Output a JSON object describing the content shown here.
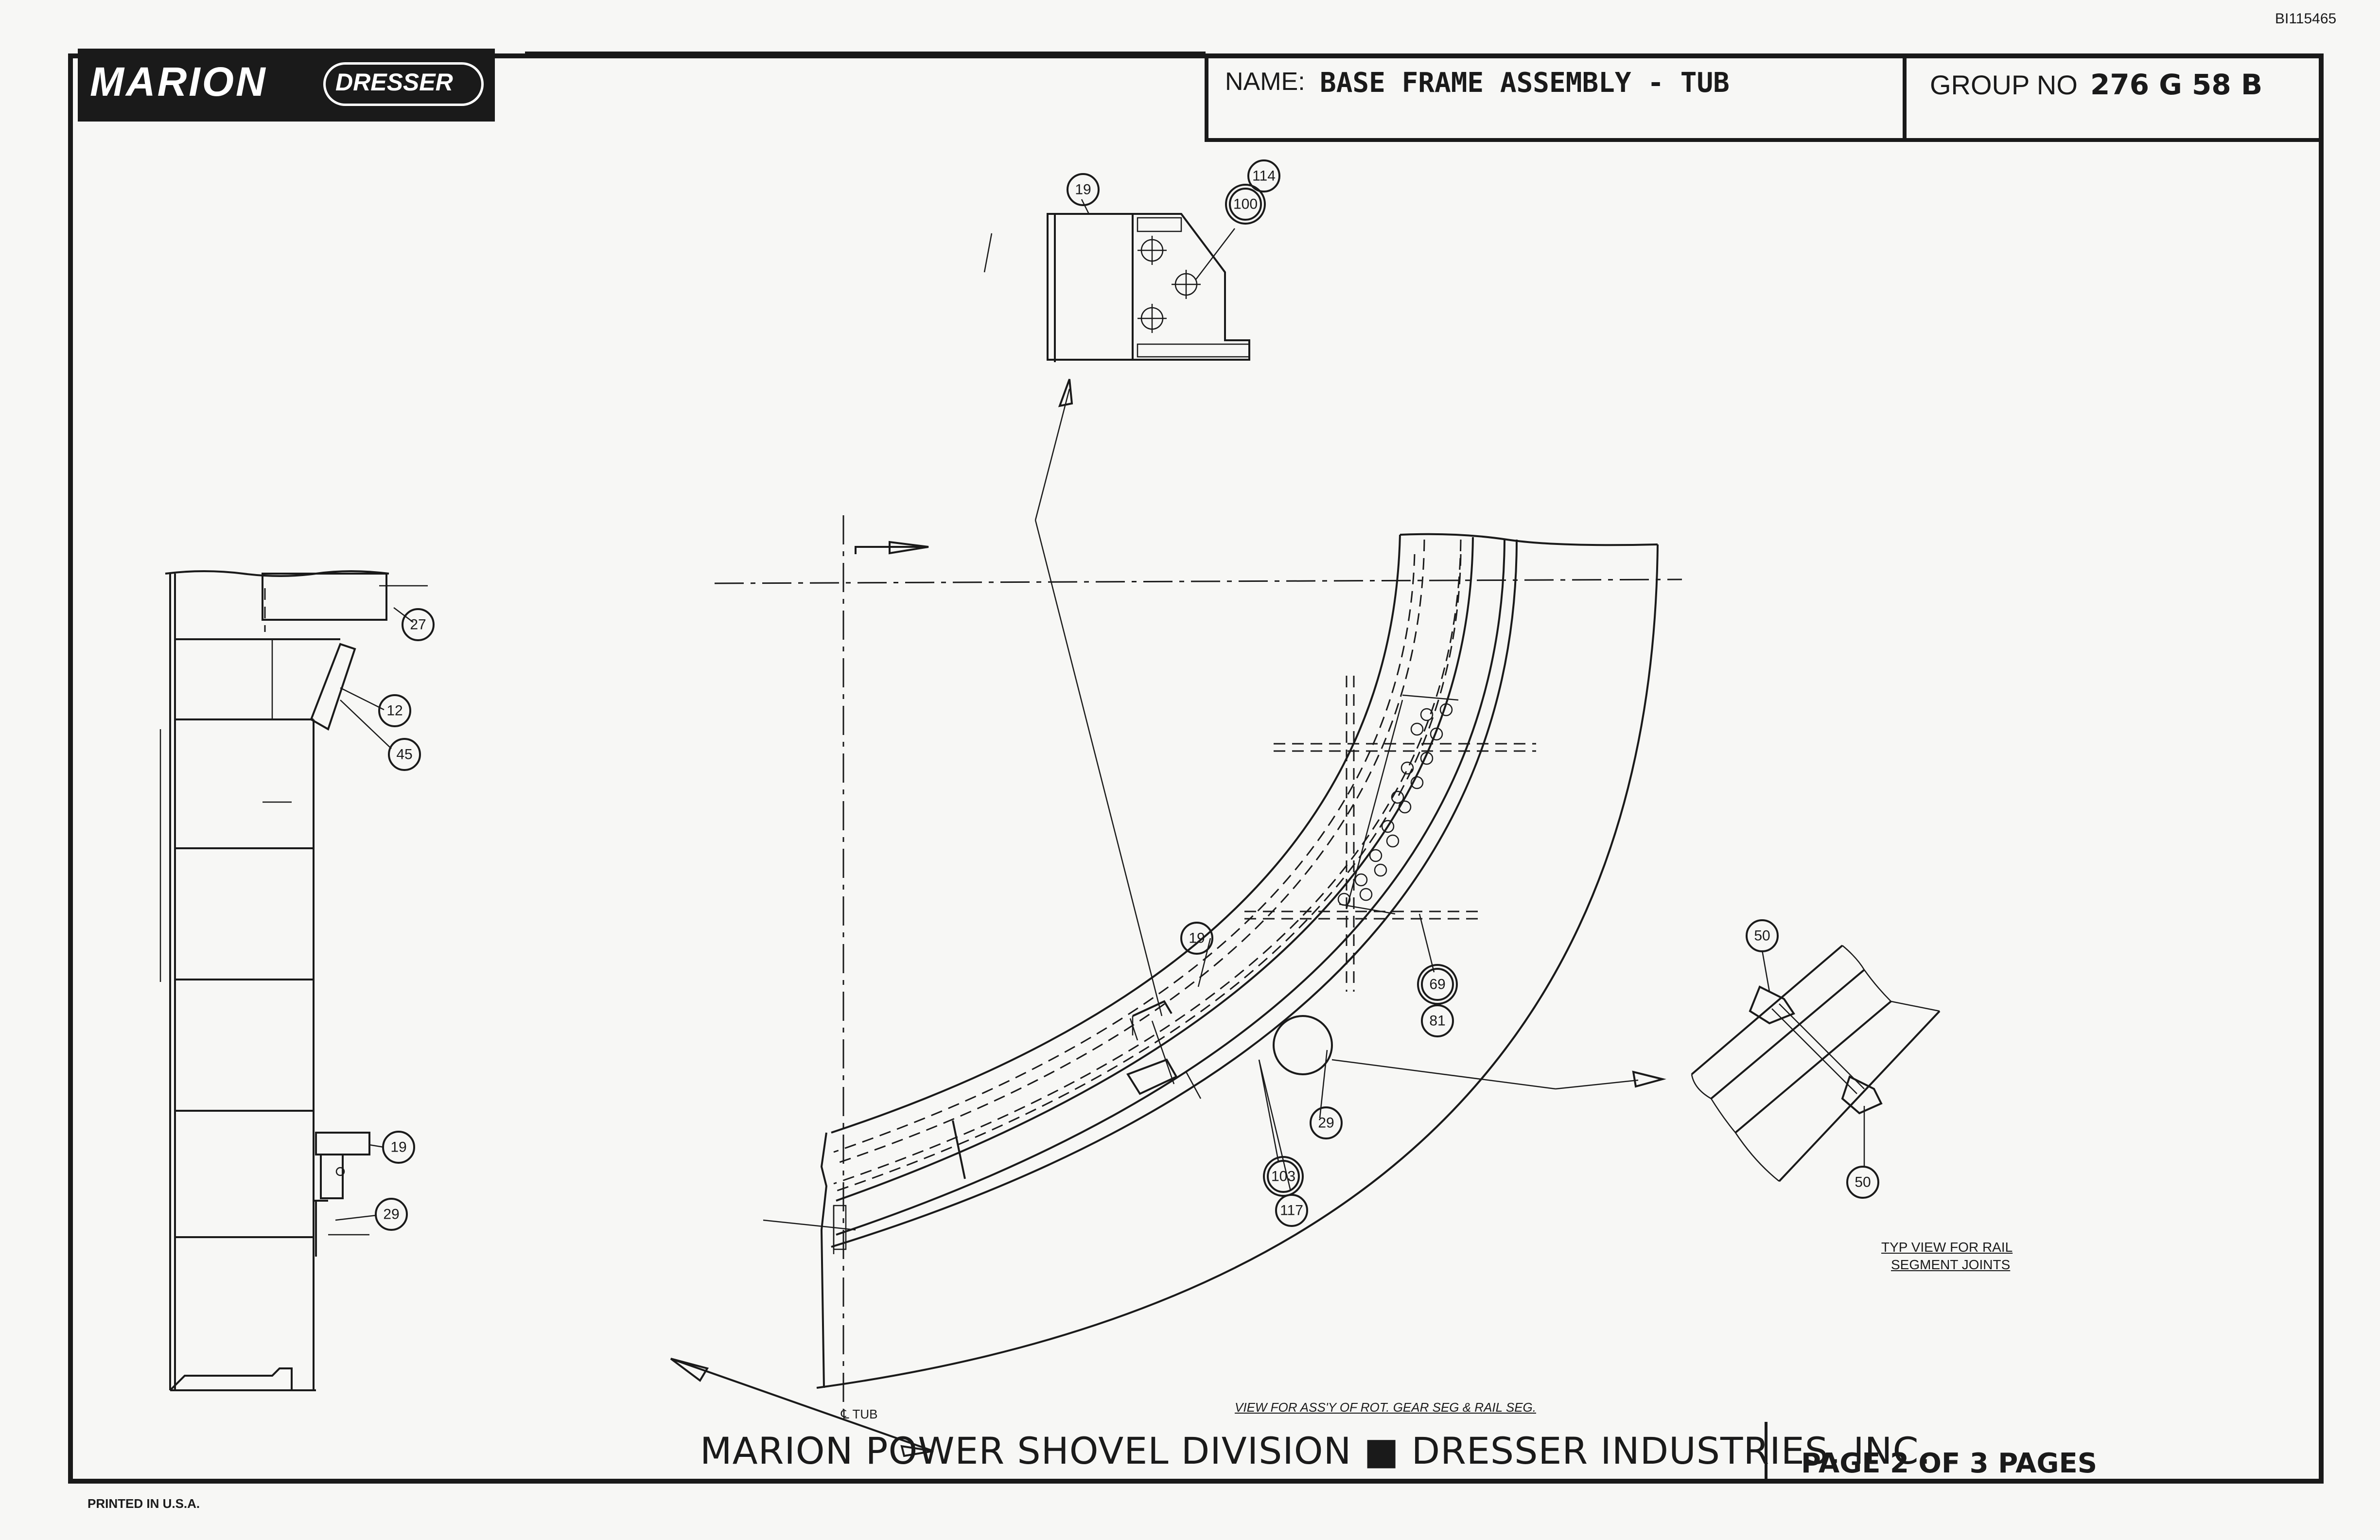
{
  "doc_id": "BI115465",
  "logo": {
    "marion": "MARION",
    "dresser": "DRESSER"
  },
  "title_block": {
    "name_label": "NAME:",
    "name_value": "BASE FRAME ASSEMBLY - TUB",
    "group_label": "GROUP NO",
    "group_value": "276 G 58 B"
  },
  "footer": {
    "company": "MARION POWER SHOVEL DIVISION ■ DRESSER INDUSTRIES, INC.",
    "page": "PAGE  2  OF  3  PAGES",
    "printed": "PRINTED IN U.S.A."
  },
  "labels": {
    "view_note": "VIEW FOR ASS'Y OF ROT. GEAR SEG & RAIL SEG.",
    "tub": "℄ TUB",
    "typ_view_line1": "TYP VIEW FOR RAIL",
    "typ_view_line2": "SEGMENT JOINTS"
  },
  "callouts": {
    "c27": "27",
    "c12": "12",
    "c45": "45",
    "c19a": "19",
    "c29a": "29",
    "c19b": "19",
    "c114": "114",
    "c100": "100",
    "c19c": "19",
    "c69": "69",
    "c81": "81",
    "c29b": "29",
    "c103": "103",
    "c117": "117",
    "c50a": "50",
    "c50b": "50"
  }
}
